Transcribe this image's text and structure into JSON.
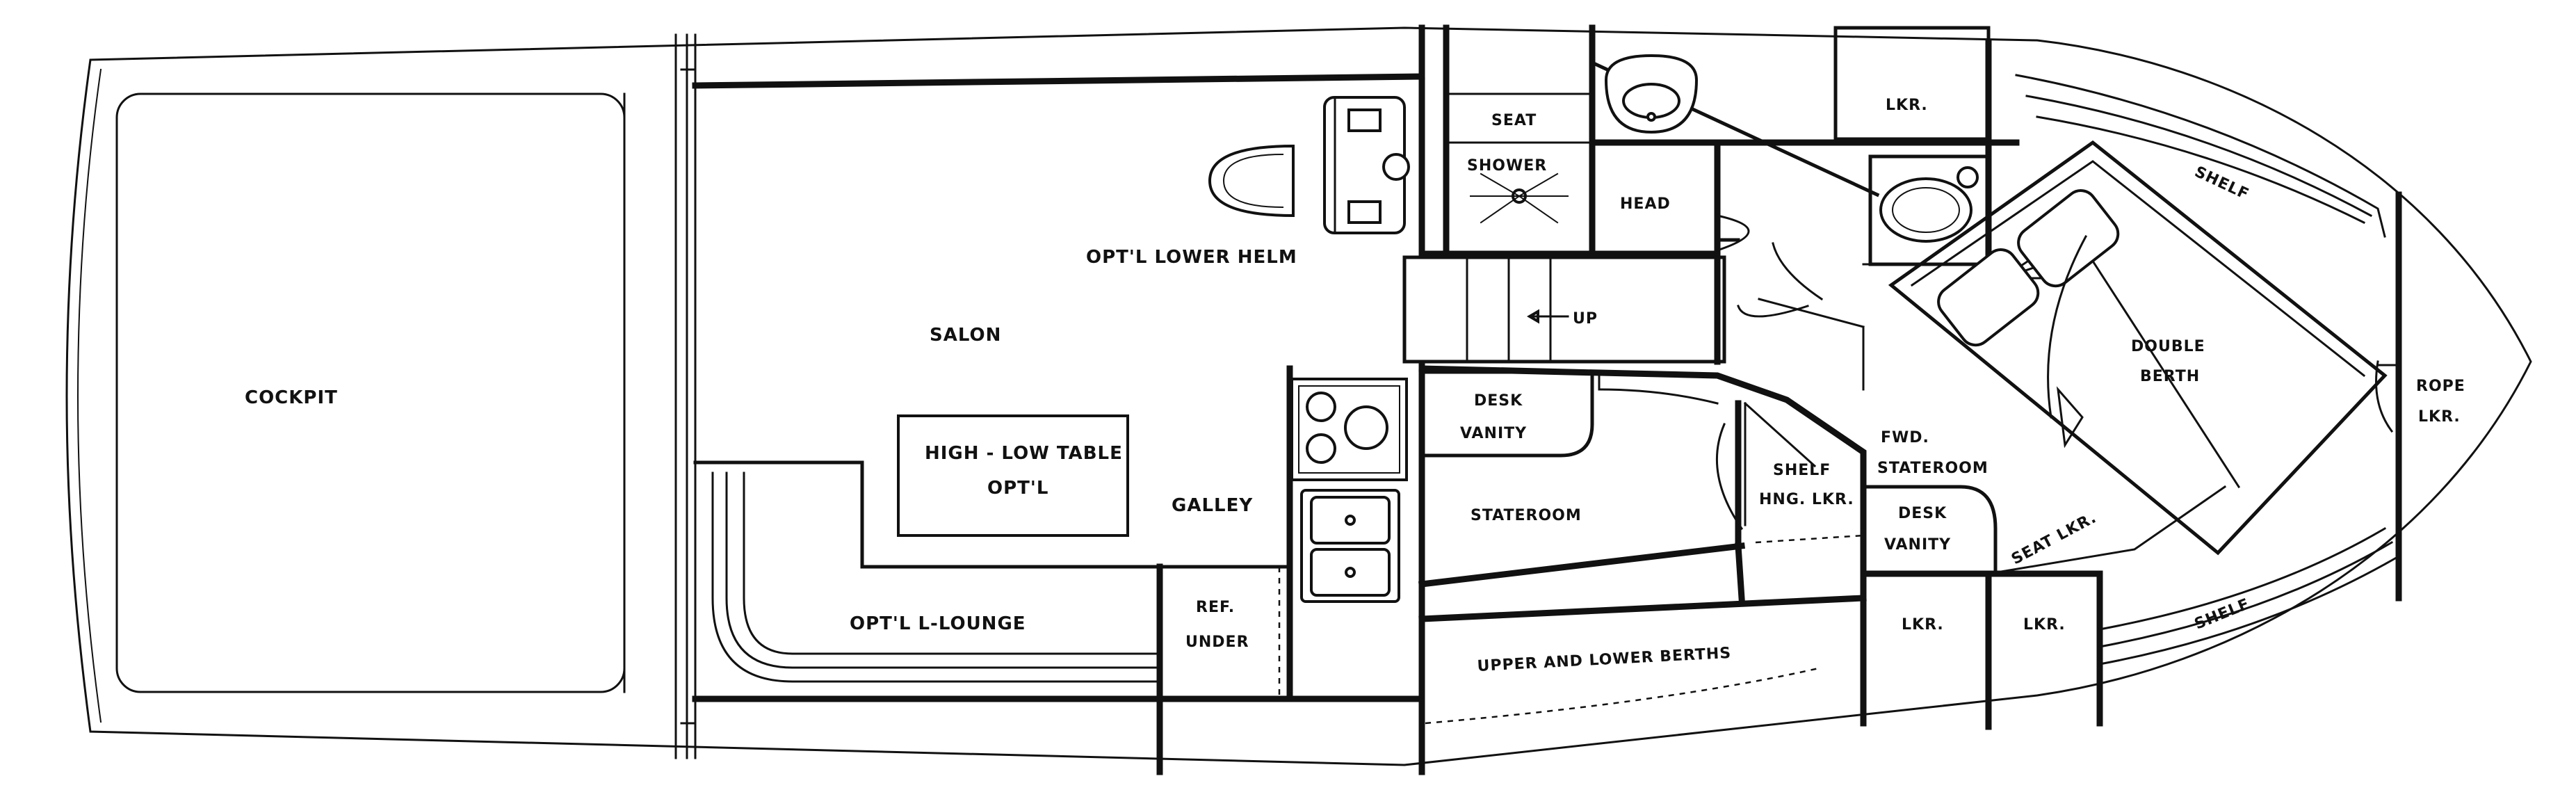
{
  "rooms": {
    "cockpit": "COCKPIT",
    "salon": "SALON",
    "lower_helm": "OPT'L LOWER HELM",
    "table_line1": "HIGH - LOW TABLE",
    "table_line2": "OPT'L",
    "galley": "GALLEY",
    "lounge": "OPT'L L-LOUNGE",
    "ref_line1": "REF.",
    "ref_line2": "UNDER",
    "seat": "SEAT",
    "shower": "SHOWER",
    "head": "HEAD",
    "up": "UP",
    "desk_vanity_line1": "DESK",
    "desk_vanity_line2": "VANITY",
    "stateroom": "STATEROOM",
    "upper_lower_berths": "UPPER AND LOWER BERTHS",
    "shelf_hng_line1": "SHELF",
    "shelf_hng_line2": "HNG. LKR.",
    "fwd_stateroom_line1": "FWD.",
    "fwd_stateroom_line2": "STATEROOM",
    "fwd_desk_line1": "DESK",
    "fwd_desk_line2": "VANITY",
    "seat_lkr": "SEAT LKR.",
    "lkr_top": "LKR.",
    "lkr_bottom_1": "LKR.",
    "lkr_bottom_2": "LKR.",
    "shelf_top": "SHELF",
    "shelf_bottom": "SHELF",
    "double_berth_line1": "DOUBLE",
    "double_berth_line2": "BERTH",
    "rope_lkr_line1": "ROPE",
    "rope_lkr_line2": "LKR."
  }
}
